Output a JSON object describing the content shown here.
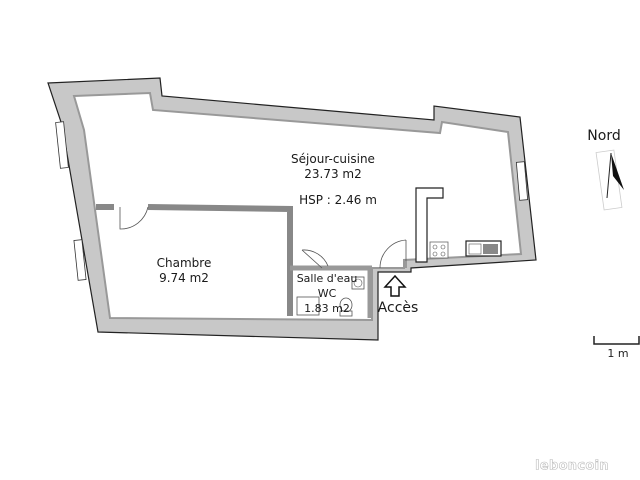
{
  "plan": {
    "rooms": [
      {
        "name": "Séjour-cuisine",
        "area": "23.73 m2"
      },
      {
        "name": "Chambre",
        "area": "9.74 m2"
      },
      {
        "name": "Salle d'eau",
        "sub": "WC",
        "area": "1.83 m2"
      }
    ],
    "ceiling_height": "HSP : 2.46 m",
    "entrance_label": "Accès",
    "compass_label": "Nord",
    "scale_label": "1 m",
    "watermark": "leboncoin",
    "colors": {
      "wall_fill": "#c8c8c8",
      "wall_inner": "#a0a0a0",
      "outline": "#222222"
    }
  }
}
